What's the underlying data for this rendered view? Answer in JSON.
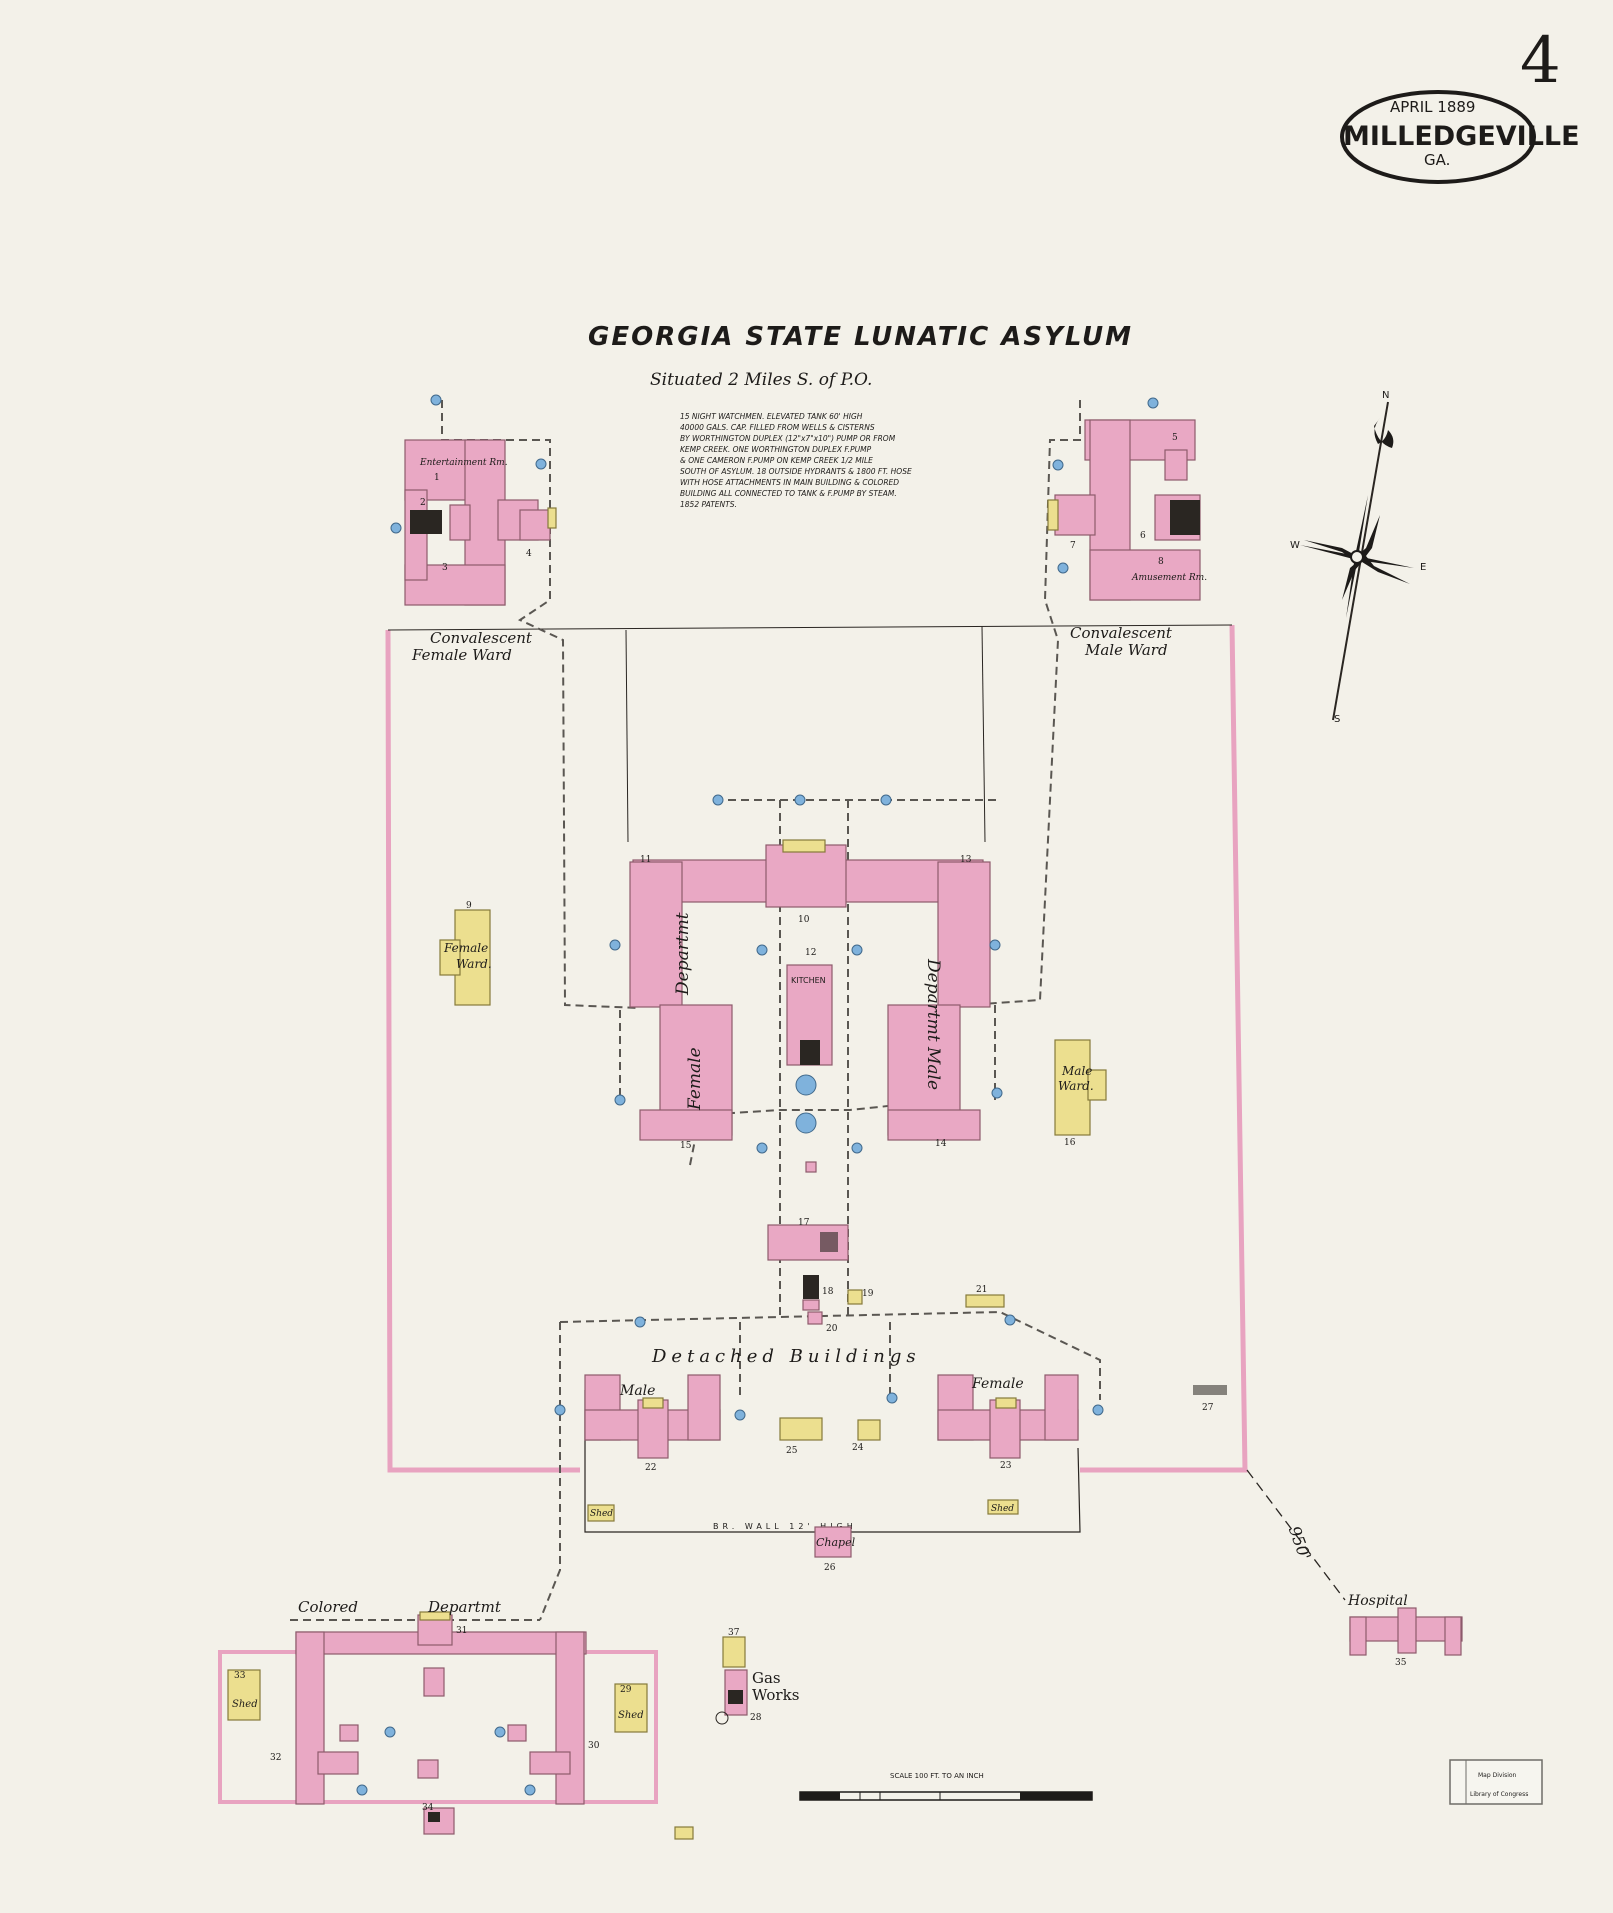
{
  "header": {
    "sheet_number": "4",
    "date": "APRIL 1889",
    "city": "MILLEDGEVILLE",
    "state": "GA."
  },
  "title": {
    "main": "GEORGIA   STATE   LUNATIC   ASYLUM",
    "subtitle": "Situated 2 Miles S. of P.O."
  },
  "notes": [
    "15 NIGHT WATCHMEN. ELEVATED TANK 60' HIGH",
    "40000 GALS. CAP. FILLED FROM WELLS & CISTERNS",
    "BY WORTHINGTON DUPLEX (12\"x7\"x10\") PUMP OR FROM",
    "KEMP CREEK. ONE WORTHINGTON DUPLEX F.PUMP",
    "& ONE CAMERON F.PUMP ON KEMP CREEK 1/2 MILE",
    "SOUTH OF ASYLUM. 18 OUTSIDE HYDRANTS & 1800 FT. HOSE",
    "WITH HOSE ATTACHMENTS IN MAIN BUILDING & COLORED",
    "BUILDING ALL CONNECTED TO TANK & F.PUMP BY STEAM.",
    "1852 PATENTS."
  ],
  "compass": {
    "n": "N",
    "s": "S",
    "e": "E",
    "w": "W"
  },
  "labels": {
    "conv_female": "Convalescent",
    "conv_female2": "Female Ward",
    "conv_male": "Convalescent",
    "conv_male2": "Male Ward",
    "entertainment": "Entertainment Rm.",
    "amusement": "Amusement Rm.",
    "female_ward": "Female",
    "female_ward2": "Ward.",
    "male_ward": "Male",
    "male_ward2": "Ward.",
    "female_dept_top": "Female",
    "female_dept_side": "Departmt",
    "male_dept_top": "Male",
    "male_dept_side": "Departmt",
    "kitchen": "KITCHEN",
    "detached": "Detached  Buildings",
    "det_male": "Male",
    "det_female": "Female",
    "chapel": "Chapel",
    "shed": "Shed",
    "hospital": "Hospital",
    "colored": "Colored",
    "colored_dept": "Departmt",
    "gas": "Gas",
    "gas2": "Works",
    "dist": "950'",
    "wall": "BR. WALL 12' HIGH",
    "scale": "SCALE 100 FT. TO AN INCH",
    "stamp1": "Map Division",
    "stamp2": "Library of Congress",
    "b1": "1",
    "b2": "2",
    "b3": "3",
    "b4": "4",
    "b5": "5",
    "b6": "6",
    "b7": "7",
    "b8": "8",
    "b9": "9",
    "b10": "10",
    "b11": "11",
    "b12": "12",
    "b13": "13",
    "b14": "14",
    "b15": "15",
    "b16": "16",
    "b17": "17",
    "b18": "18",
    "b19": "19",
    "b20": "20",
    "b21": "21",
    "b22": "22",
    "b23": "23",
    "b24": "24",
    "b25": "25",
    "b26": "26",
    "b27": "27",
    "b28": "28",
    "b29": "29",
    "b30": "30",
    "b31": "31",
    "b32": "32",
    "b33": "33",
    "b34": "34",
    "b35": "35",
    "b37": "37"
  },
  "colors": {
    "brick": "#e9a8c4",
    "frame": "#ecdf8f",
    "hydrant": "#7fb2dc",
    "paper": "#f3f1e9"
  }
}
